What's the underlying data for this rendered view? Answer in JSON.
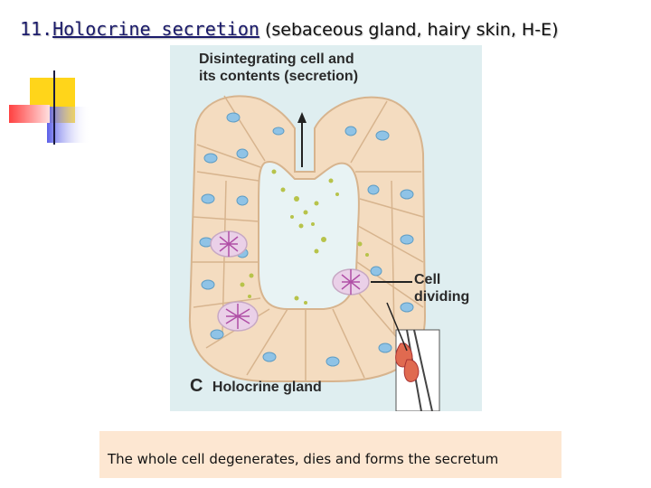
{
  "slide": {
    "title_number": "11.",
    "title_main": "Holocrine secretion",
    "title_detail": " (sebaceous gland, hairy skin, H-E)",
    "caption": "The whole cell degenerates, dies and forms the secretum"
  },
  "figure": {
    "label_top_line1": "Disintegrating cell and",
    "label_top_line2": "its contents (secretion)",
    "label_right_line1": "Cell",
    "label_right_line2": "dividing",
    "panel_letter": "C",
    "panel_title": "Holocrine gland"
  },
  "colors": {
    "cell_fill": "#f4dcc0",
    "cell_border": "#d7b48e",
    "nucleus": "#8fc3e6",
    "secretion_dot": "#b7c34a",
    "mitosis": "#b04fa6",
    "background": "#dfeef0",
    "caption_bg": "#fde7d2",
    "accent_blue": "#4a4ed8",
    "accent_yellow": "#ffd51a",
    "accent_red": "#ff3a3a"
  }
}
